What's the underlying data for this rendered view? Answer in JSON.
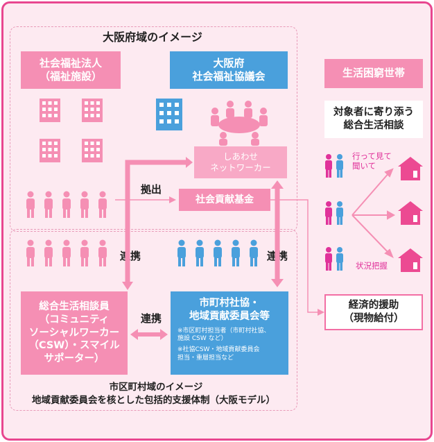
{
  "prefecture": {
    "region_title": "大阪府域のイメージ",
    "welfare_corp": "社会福祉法人\n（福祉施設）",
    "council": "大阪府\n社会福祉協議会",
    "network": "しあわせ\nネットワーカー",
    "fund": "社会貢献基金",
    "contribution_label": "拠出"
  },
  "municipality": {
    "region_title_line1": "市区町村域のイメージ",
    "region_title_line2": "地域貢献委員会を核とした包括的支援体制（大阪モデル）",
    "csw": "総合生活相談員\n（コミュニティ\nソーシャルワーカー\n（CSW）・スマイル\nサポーター）",
    "council_title": "市町村社協・\n地域貢献委員会等",
    "council_note1": "※市区町村担当者（市町村社協、\n施設 CSW など）",
    "council_note2": "※社協CSW・地域貢献委員会\n担当・重層担当など"
  },
  "links": {
    "left": "連携",
    "right": "連携",
    "middle": "連携"
  },
  "right_panel": {
    "poverty": "生活困窮世帯",
    "consult": "対象者に寄り添う\n総合生活相談",
    "visit": "行って見て\n聞いて",
    "grasp": "状況把握",
    "aid": "経済的援助\n（現物給付）"
  },
  "colors": {
    "frame": "#e8468f",
    "background": "#fdeaf1",
    "pink": "#f58fb4",
    "blue": "#4aa0dc",
    "magenta": "#e0329a",
    "house": "#ec4a92"
  }
}
